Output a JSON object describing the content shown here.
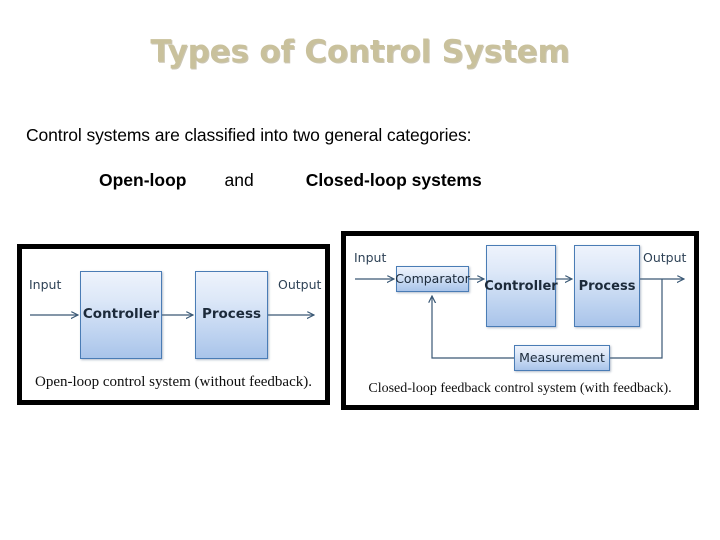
{
  "slide": {
    "title": "Types of Control System",
    "intro": "Control systems are classified into two general categories:",
    "category_open": "Open-loop",
    "category_conjunction": "and",
    "category_closed": "Closed-loop systems",
    "title_color": "#c9c19c",
    "block_border_color": "#4a7cb5",
    "block_fill_top": "#eef3fc",
    "block_fill_bottom": "#a9c4ea",
    "connector_color": "#3a5875",
    "frame_color": "#000000"
  },
  "open_loop_diagram": {
    "input_label": "Input",
    "output_label": "Output",
    "blocks": [
      {
        "id": "controller",
        "label": "Controller"
      },
      {
        "id": "process",
        "label": "Process"
      }
    ],
    "caption": "Open-loop control system (without feedback)."
  },
  "closed_loop_diagram": {
    "input_label": "Input",
    "output_label": "Output",
    "blocks": [
      {
        "id": "comparator",
        "label": "Comparator"
      },
      {
        "id": "controller",
        "label": "Controller"
      },
      {
        "id": "process",
        "label": "Process"
      },
      {
        "id": "measurement",
        "label": "Measurement"
      }
    ],
    "caption": "Closed-loop feedback control system (with feedback)."
  }
}
